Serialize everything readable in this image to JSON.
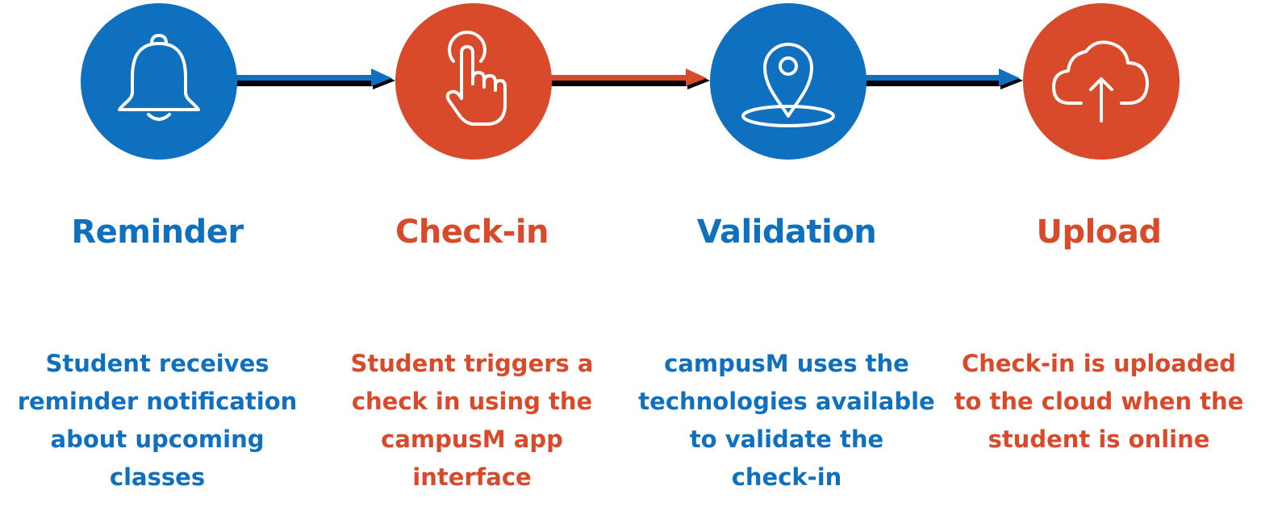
{
  "colors": {
    "blue": "#1070C0",
    "red": "#D84A2A",
    "icon_stroke": "#ffffff"
  },
  "steps": [
    {
      "title": "Reminder",
      "icon": "bell-icon",
      "color": "blue",
      "lines": [
        "Student receives",
        "reminder notification",
        "about upcoming",
        "classes"
      ]
    },
    {
      "title": "Check-in",
      "icon": "pointing-hand-icon",
      "color": "red",
      "lines": [
        "Student triggers a",
        "check in using the",
        "campusM app",
        "interface"
      ]
    },
    {
      "title": "Validation",
      "icon": "location-pin-icon",
      "color": "blue",
      "lines": [
        "campusM uses the",
        "technologies available",
        "to validate the",
        "check-in"
      ]
    },
    {
      "title": "Upload",
      "icon": "cloud-upload-icon",
      "color": "red",
      "lines": [
        "Check-in is uploaded",
        "to the cloud when the",
        "student is online"
      ]
    }
  ]
}
